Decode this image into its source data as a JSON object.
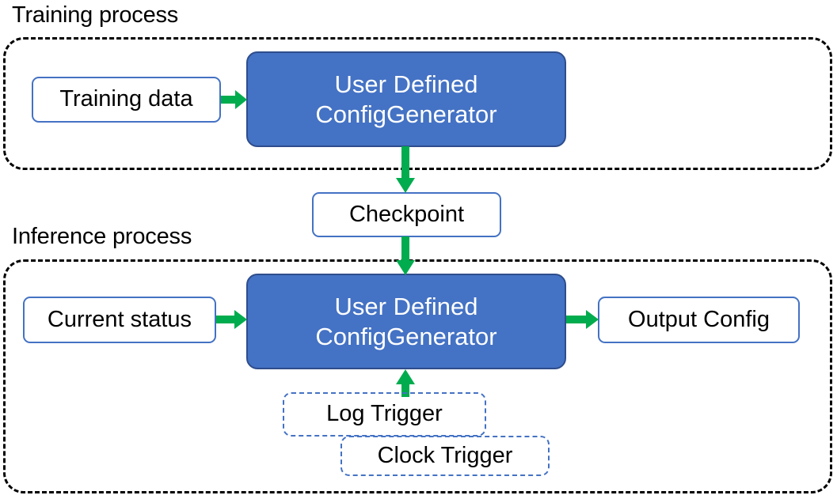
{
  "diagram": {
    "title_training": "Training process",
    "title_inference": "Inference process",
    "colors": {
      "primary_fill": "#4472C4",
      "primary_border": "#2E4D8C",
      "node_border": "#4472C4",
      "arrow_green": "#00AC4E",
      "group_border": "#000000",
      "text_on_primary": "#FFFFFF",
      "text_default": "#000000"
    },
    "training": {
      "nodes": {
        "training_data": "Training data",
        "generator_line1": "User Defined",
        "generator_line2": "ConfigGenerator"
      }
    },
    "checkpoint": {
      "label": "Checkpoint"
    },
    "inference": {
      "nodes": {
        "current_status": "Current status",
        "generator_line1": "User Defined",
        "generator_line2": "ConfigGenerator",
        "output_config": "Output Config",
        "log_trigger": "Log Trigger",
        "clock_trigger": "Clock Trigger"
      }
    },
    "arrows": [
      {
        "name": "training-data-to-generator",
        "from": "Training data",
        "to": "User Defined ConfigGenerator",
        "direction": "right"
      },
      {
        "name": "generator-to-checkpoint",
        "from": "User Defined ConfigGenerator",
        "to": "Checkpoint",
        "direction": "down"
      },
      {
        "name": "checkpoint-to-generator",
        "from": "Checkpoint",
        "to": "User Defined ConfigGenerator",
        "direction": "down"
      },
      {
        "name": "current-status-to-generator",
        "from": "Current status",
        "to": "User Defined ConfigGenerator",
        "direction": "right"
      },
      {
        "name": "generator-to-output-config",
        "from": "User Defined ConfigGenerator",
        "to": "Output Config",
        "direction": "right"
      },
      {
        "name": "trigger-to-generator",
        "from": "Log Trigger / Clock Trigger",
        "to": "User Defined ConfigGenerator",
        "direction": "up"
      }
    ]
  }
}
